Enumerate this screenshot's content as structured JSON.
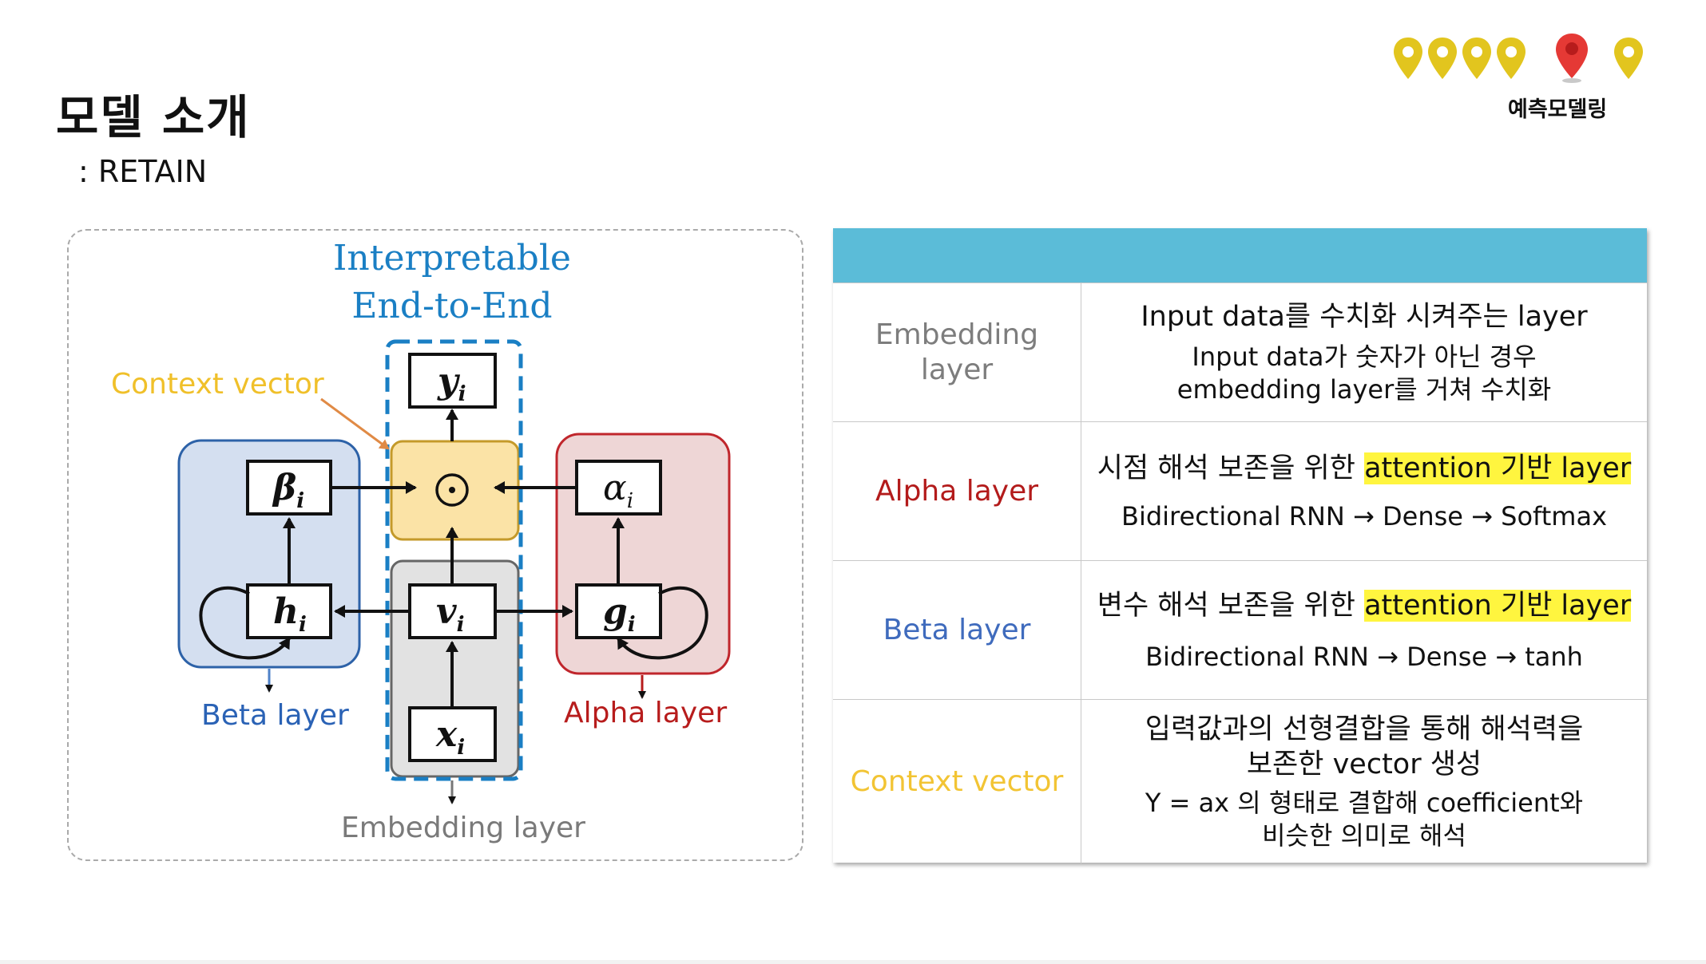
{
  "page": {
    "title": "모델 소개",
    "subtitle": ": RETAIN"
  },
  "nav": {
    "label": "예측모델링",
    "pins": [
      "yellow",
      "yellow",
      "yellow",
      "yellow",
      "red",
      "yellow"
    ],
    "active_index": 4,
    "colors": {
      "pin": "#e2c51e",
      "active": "#e53935"
    }
  },
  "diagram": {
    "title_line1": "Interpretable",
    "title_line2": "End-to-End",
    "context_label": "Context vector",
    "beta_label": "Beta layer",
    "alpha_label": "Alpha layer",
    "embedding_label": "Embedding layer",
    "nodes": {
      "y": "y",
      "y_sub": "i",
      "beta": "β",
      "beta_sub": "i",
      "alpha": "α",
      "alpha_sub": "i",
      "h": "h",
      "h_sub": "i",
      "v": "v",
      "v_sub": "i",
      "g": "g",
      "g_sub": "i",
      "x": "x",
      "x_sub": "i",
      "odot": "⊙"
    }
  },
  "table": {
    "header_color": "#5bbcd8",
    "rows": [
      {
        "label": "Embedding\nlayer",
        "main": "Input data를 수치화 시켜주는 layer",
        "sub1": "Input data가 숫자가 아닌 경우",
        "sub2": "embedding layer를 거쳐 수치화"
      },
      {
        "label": "Alpha layer",
        "main_plain": "시점 해석 보존을 위한 ",
        "main_highlight": "attention 기반 layer",
        "sub1": "Bidirectional RNN → Dense → Softmax"
      },
      {
        "label": "Beta layer",
        "main_plain": "변수 해석 보존을 위한 ",
        "main_highlight": "attention 기반 layer",
        "sub1": "Bidirectional RNN → Dense → tanh"
      },
      {
        "label": "Context vector",
        "main1": "입력값과의 선형결합을 통해 해석력을",
        "main2": "보존한 vector 생성",
        "sub1": "Y = ax 의 형태로 결합해 coefficient와",
        "sub2": "비슷한 의미로 해석"
      }
    ]
  }
}
